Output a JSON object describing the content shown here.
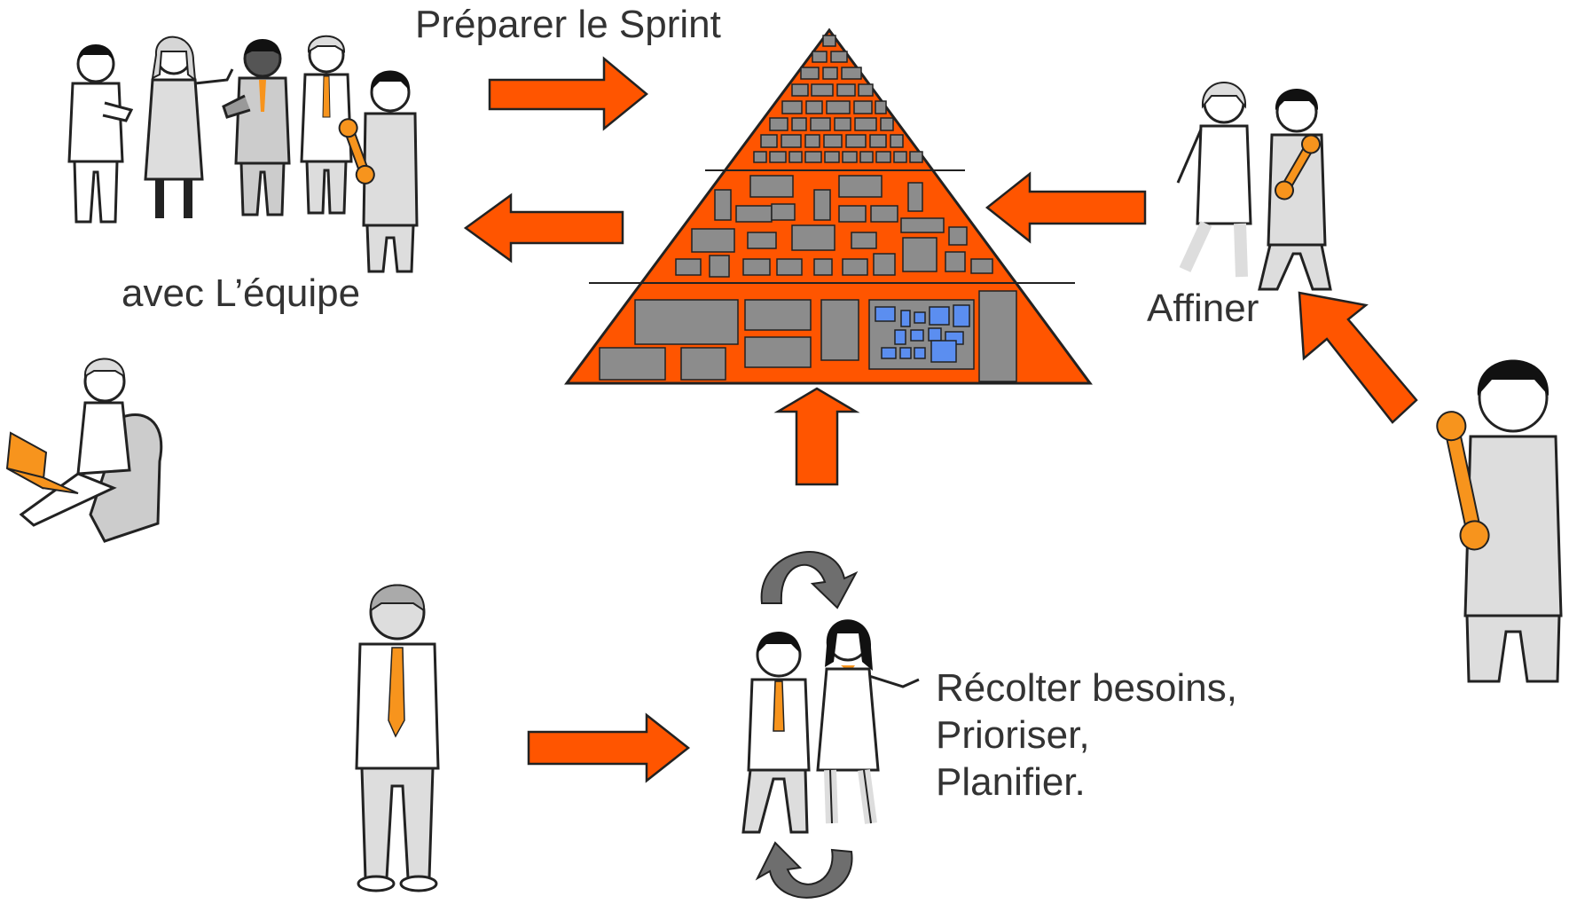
{
  "labels": {
    "prepare_sprint": "Préparer le Sprint",
    "with_team": "avec L’équipe",
    "refine": "Affiner",
    "gather_lines": [
      "Récolter besoins,",
      "Prioriser,",
      "Planifier."
    ]
  },
  "colors": {
    "accent_orange": "#FF5500",
    "figure_orange": "#F7941D",
    "box_grey": "#8C8C8C",
    "box_blue": "#5B8EF0",
    "cycle_grey": "#6E6E6E",
    "text": "#333333"
  },
  "icons": {
    "wrench": "wrench-icon",
    "laptop": "laptop-icon",
    "cycle": "cycle-arrow-icon"
  }
}
